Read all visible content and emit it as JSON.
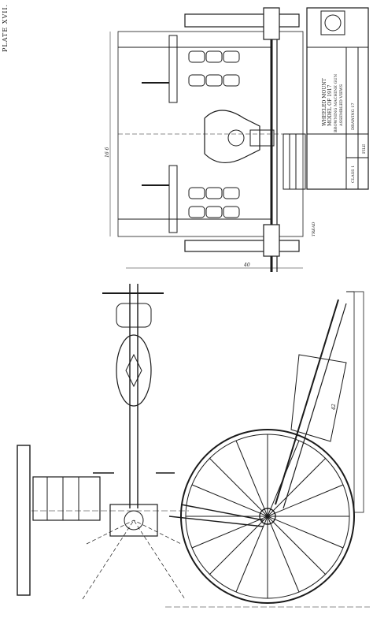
{
  "plate_label": "PLATE XVII.",
  "title_block": {
    "line1": "WHEELED MOUNT",
    "line2": "MODEL OF 1917",
    "line3": "BROWNING MACHINE GUN",
    "line4": "ASSEMBLED VIEWS",
    "class_label": "CLASS 1",
    "drawing_label": "DRAWING 17",
    "file_label": "FILE"
  },
  "dimensions": {
    "top_span": "16 6",
    "mid_span": "40",
    "tread": "TREAD",
    "height": "42"
  },
  "colors": {
    "ink": "#1a1a1a",
    "paper": "#ffffff"
  }
}
